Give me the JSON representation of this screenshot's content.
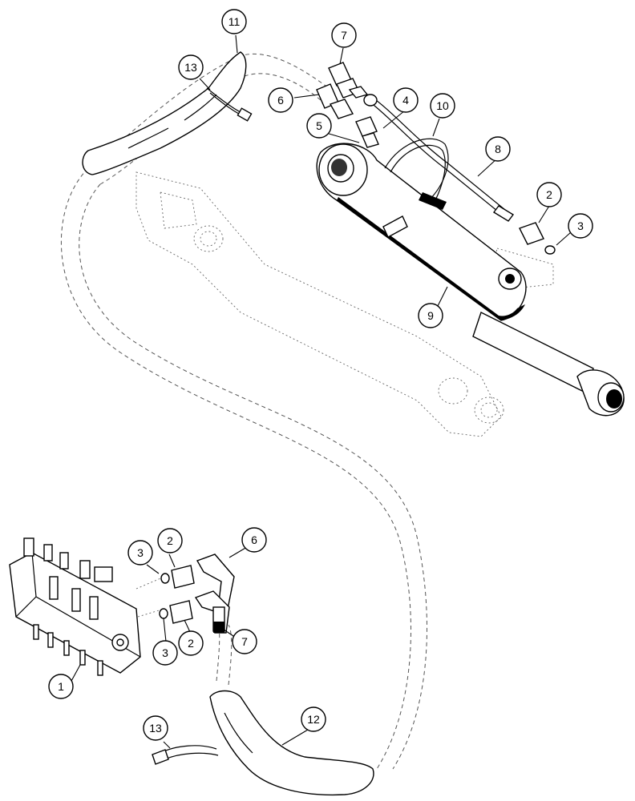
{
  "callouts": [
    {
      "label": "11"
    },
    {
      "label": "7"
    },
    {
      "label": "13"
    },
    {
      "label": "6"
    },
    {
      "label": "4"
    },
    {
      "label": "10"
    },
    {
      "label": "5"
    },
    {
      "label": "8"
    },
    {
      "label": "2"
    },
    {
      "label": "3"
    },
    {
      "label": "9"
    },
    {
      "label": "6"
    },
    {
      "label": "2"
    },
    {
      "label": "3"
    },
    {
      "label": "2"
    },
    {
      "label": "3"
    },
    {
      "label": "7"
    },
    {
      "label": "1"
    },
    {
      "label": "12"
    },
    {
      "label": "13"
    }
  ]
}
